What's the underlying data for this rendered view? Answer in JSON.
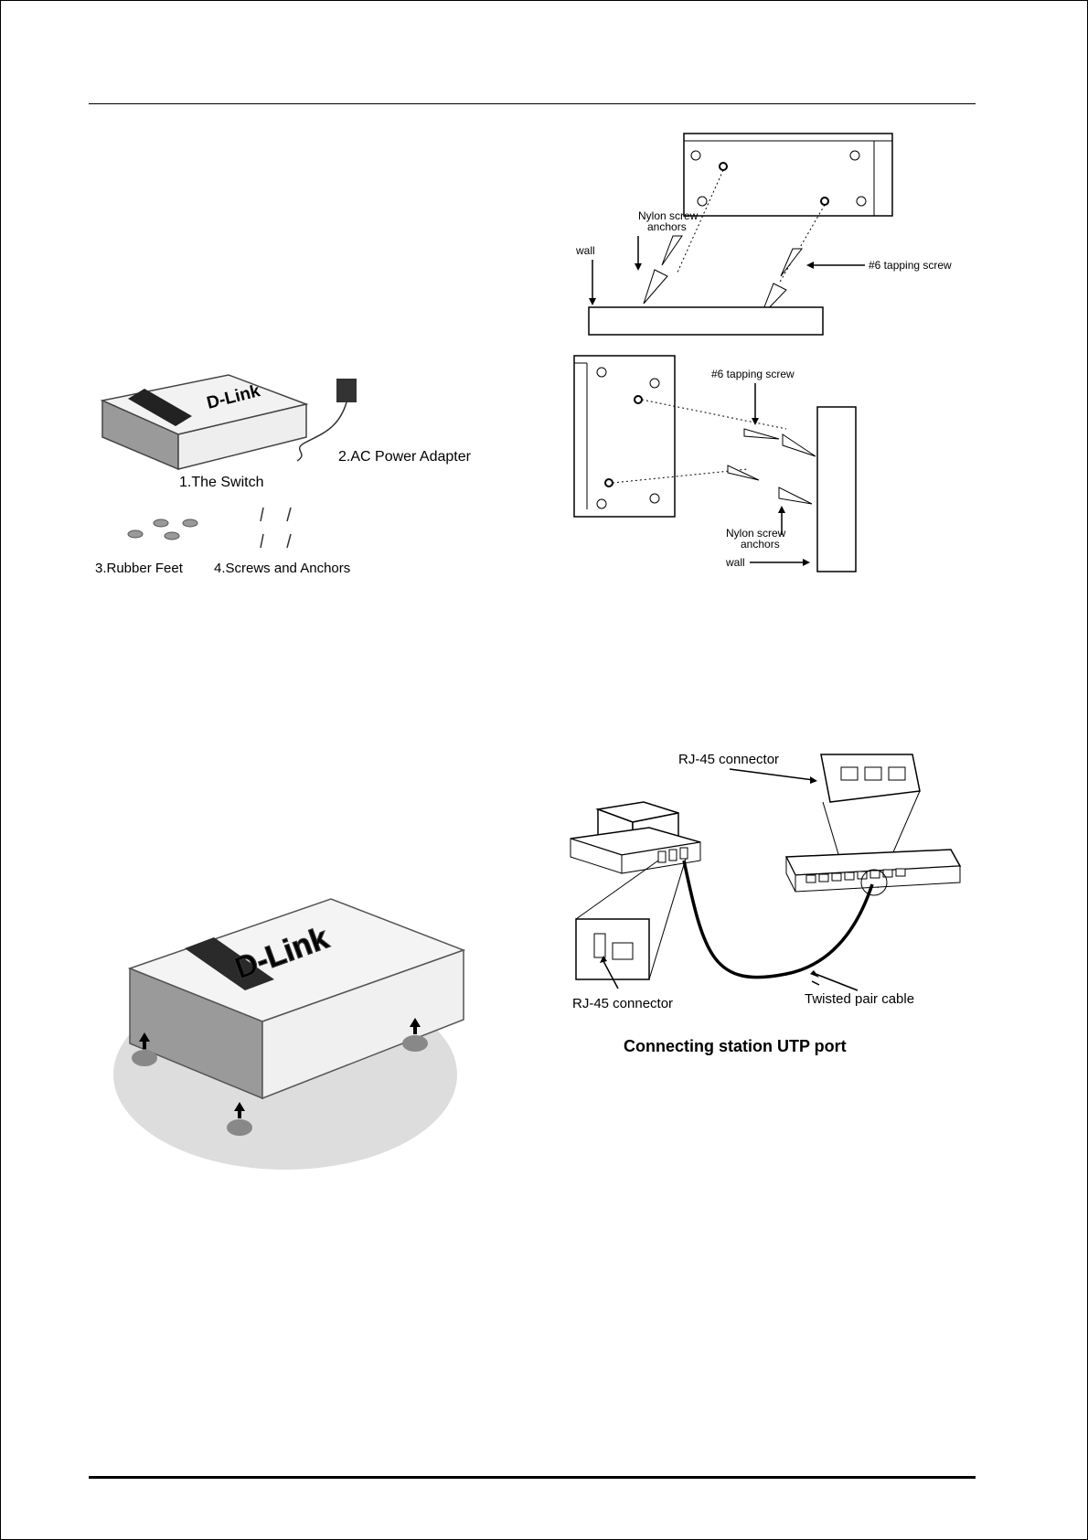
{
  "fig_contents": {
    "brand": "D-Link",
    "switch": "1.The Switch",
    "adapter": "2.AC Power Adapter",
    "feet": "3.Rubber Feet",
    "screws": "4.Screws and Anchors"
  },
  "fig_wall_top": {
    "anchors_l1": "Nylon screw",
    "anchors_l2": "anchors",
    "wall": "wall",
    "screw": "#6 tapping screw"
  },
  "fig_wall_side": {
    "screw": "#6 tapping screw",
    "anchors_l1": "Nylon screw",
    "anchors_l2": "anchors",
    "wall": "wall"
  },
  "fig_feet": {
    "brand": "D-Link"
  },
  "fig_utp": {
    "connector_top": "RJ-45 connector",
    "connector_bottom": "RJ-45 connector",
    "cable": "Twisted pair cable",
    "caption": "Connecting station UTP port"
  }
}
